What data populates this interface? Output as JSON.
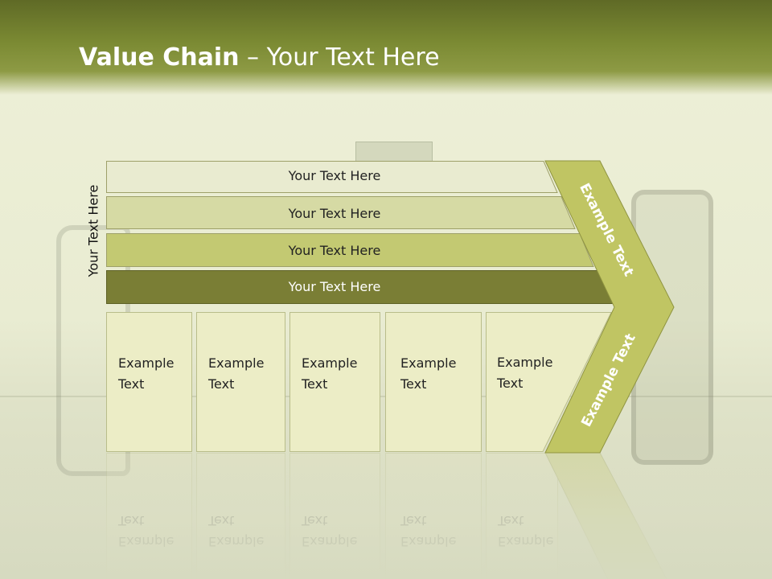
{
  "title": {
    "bold": "Value Chain",
    "rest": " – Your Text Here"
  },
  "side_label": "Your Text Here",
  "rows": [
    {
      "label": "Your Text Here"
    },
    {
      "label": "Your Text Here"
    },
    {
      "label": "Your Text Here"
    },
    {
      "label": "Your Text Here"
    }
  ],
  "boxes": [
    {
      "line1": "Example",
      "line2": "Text"
    },
    {
      "line1": "Example",
      "line2": "Text"
    },
    {
      "line1": "Example",
      "line2": "Text"
    },
    {
      "line1": "Example",
      "line2": "Text"
    },
    {
      "line1": "Example",
      "line2": "Text"
    }
  ],
  "chevron": {
    "upper": "Example Text",
    "lower": "Example Text"
  },
  "colors": {
    "row1": "#e9ebd0",
    "row2": "#d6daa4",
    "row3": "#c3c972",
    "row4": "#7a7e35",
    "chevron": "#c0c563",
    "header": "#6b7a2c"
  }
}
